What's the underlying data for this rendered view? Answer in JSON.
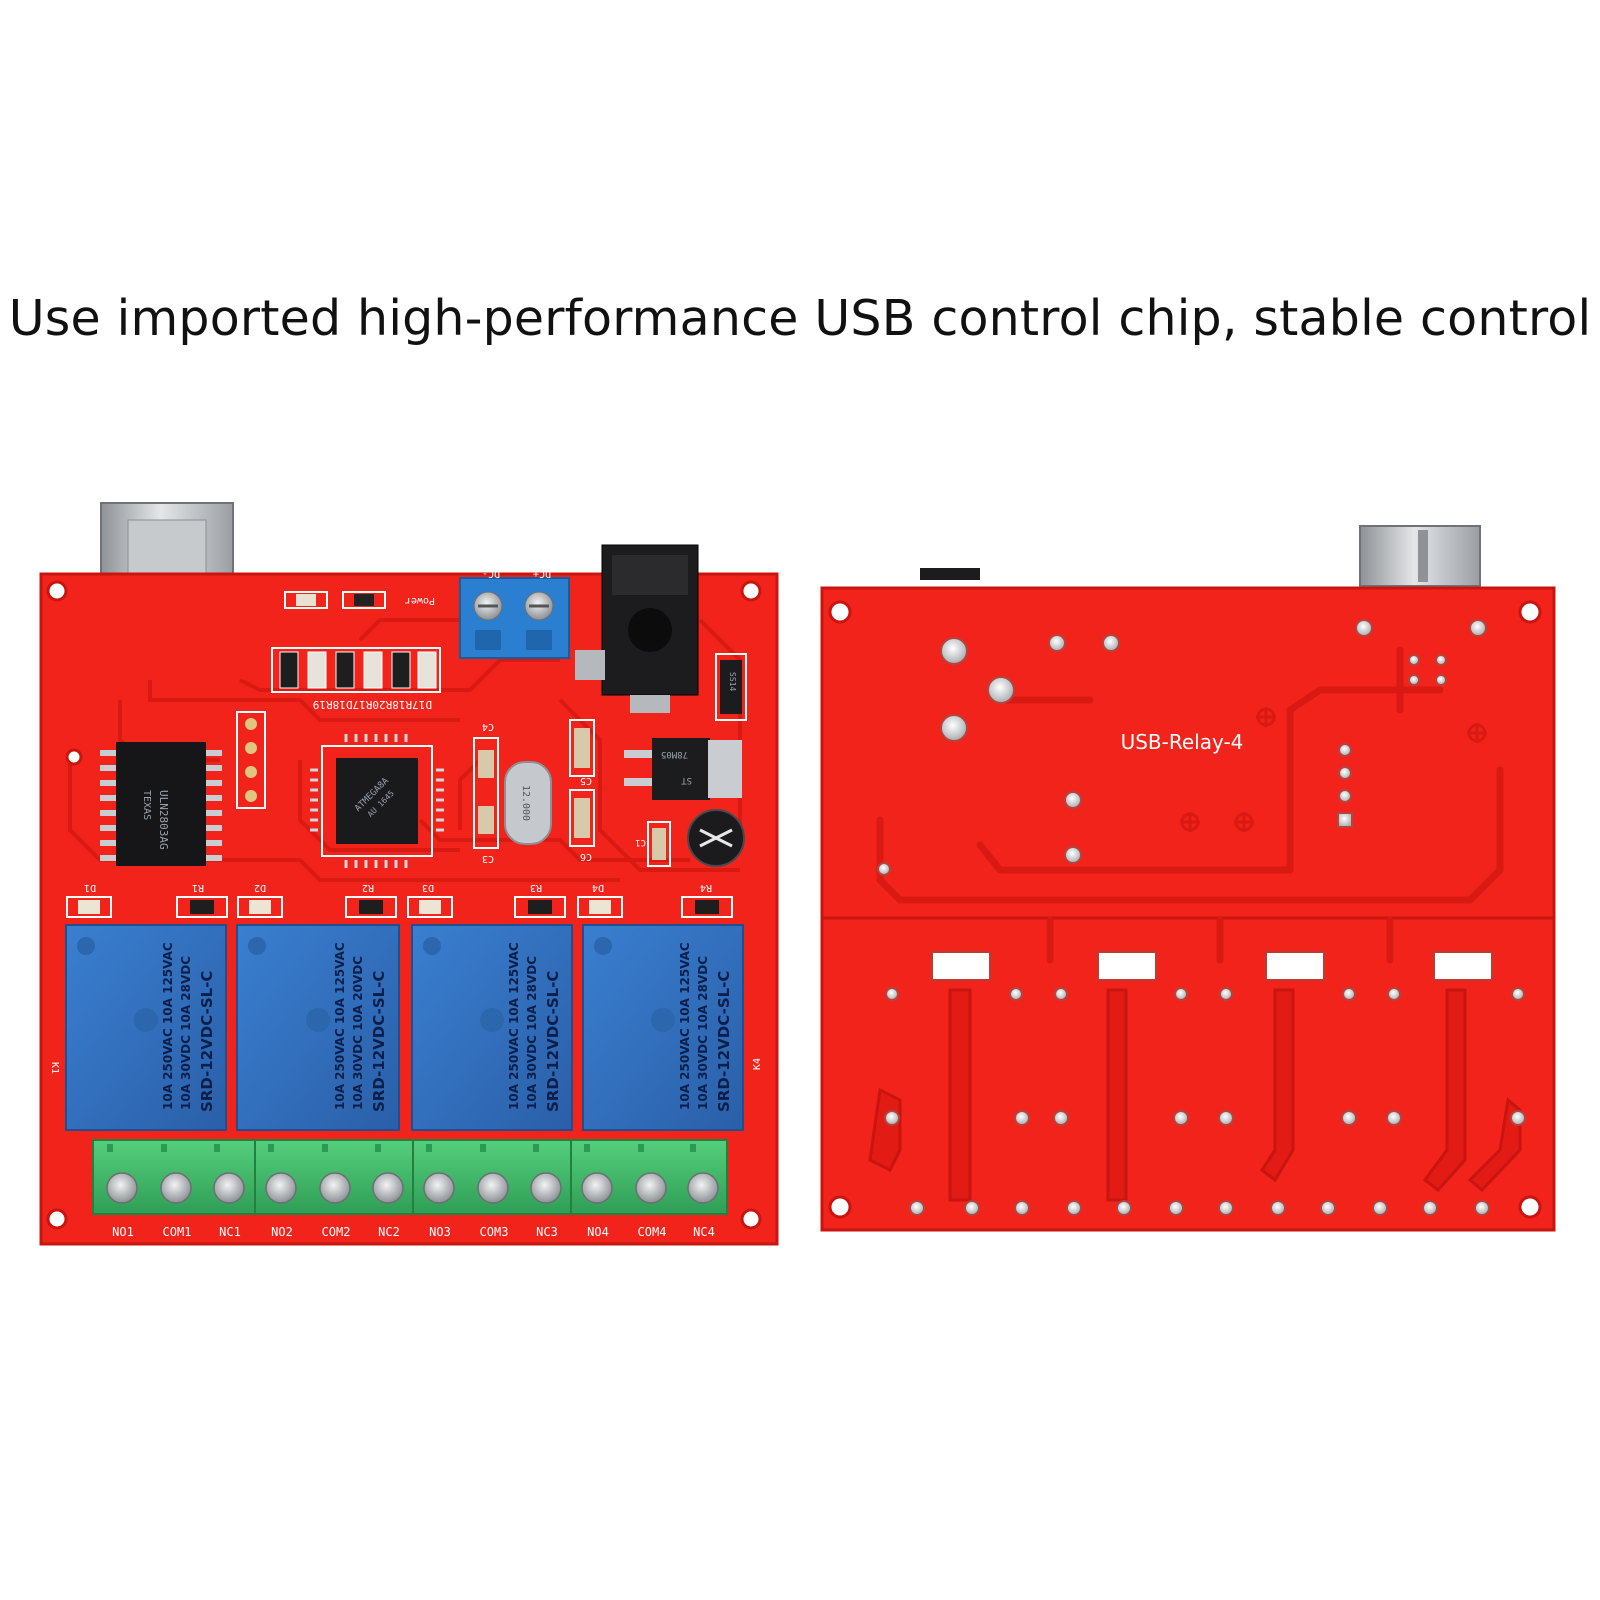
{
  "headline": "Use imported high-performance USB control chip, stable control",
  "colors": {
    "pcb_red": "#f2231b",
    "pcb_dark": "#c8150f",
    "trace": "#d81a13",
    "relay_blue": "#2f6fbf",
    "terminal_green": "#3fbf6a",
    "terminal_blue": "#2a7fd0",
    "silver": "#b9bcc0"
  },
  "front_board": {
    "power_label": "Power",
    "power_terminal": {
      "left": "DC-",
      "right": "DC+"
    },
    "resistor_row_label": "D17R18R20R17D18R19",
    "crystal_label": "12.000",
    "capacitor_labels": [
      "C4",
      "C3",
      "C5",
      "C6",
      "C1"
    ],
    "driver_chip_text": [
      "ULN2803AG",
      "TEXAS"
    ],
    "mcu_chip_text": [
      "ATMEGA8A",
      "AU 1645"
    ],
    "regulator_text": [
      "78M05",
      "ST"
    ],
    "diode_text": "SS14",
    "relay_side_marks": {
      "left": "K1",
      "right": "K4"
    },
    "indicators": [
      {
        "led": "D1",
        "resistor": "R1"
      },
      {
        "led": "D2",
        "resistor": "R2"
      },
      {
        "led": "D3",
        "resistor": "R3"
      },
      {
        "led": "D4",
        "resistor": "R4"
      }
    ],
    "relays": [
      {
        "line1": "10A 250VAC 10A 125VAC",
        "line2": "10A  30VDC 10A  28VDC",
        "model": "SRD-12VDC-SL-C"
      },
      {
        "line1": "10A 250VAC 10A 125VAC",
        "line2": "10A  30VDC 10A  20VDC",
        "model": "SRD-12VDC-SL-C"
      },
      {
        "line1": "10A 250VAC 10A 125VAC",
        "line2": "10A  30VDC 10A  28VDC",
        "model": "SRD-12VDC-SL-C"
      },
      {
        "line1": "10A 250VAC 10A 125VAC",
        "line2": "10A  30VDC 10A  28VDC",
        "model": "SRD-12VDC-SL-C"
      }
    ],
    "terminal_labels": [
      "NO1",
      "COM1",
      "NC1",
      "NO2",
      "COM2",
      "NC2",
      "NO3",
      "COM3",
      "NC3",
      "NO4",
      "COM4",
      "NC4"
    ]
  },
  "back_board": {
    "title": "USB-Relay-4"
  }
}
